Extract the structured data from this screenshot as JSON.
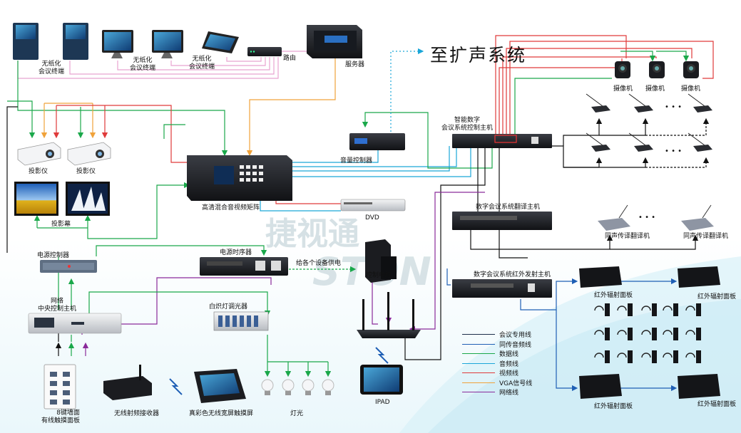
{
  "title": "至扩声系统",
  "watermark": {
    "text": "捷视通",
    "latin": "STON"
  },
  "labels": {
    "paperless_terminal_1": "无纸化\n会议终端",
    "paperless_terminal_2": "无纸化\n会议终端",
    "paperless_terminal_3": "无纸化\n会议终端",
    "router": "路由",
    "server": "服务器",
    "projector_1": "投影仪",
    "projector_2": "投影仪",
    "projection_screen": "投影幕",
    "power_controller": "电源控制器",
    "network_central_controller": "网络\n中央控制主机",
    "matrix": "高清混合音视频矩阵",
    "volume_controller": "音量控制器",
    "dvd": "DVD",
    "power_sequencer": "电源时序器",
    "power_supply_note": "给各个设备供电",
    "control_pc": "控制电脑",
    "dimmer": "白炽灯调光器",
    "lights": "灯光",
    "ipad": "IPAD",
    "wall_panel": "8键墙面\n有线触摸面板",
    "wireless_receiver": "无线射频接收器",
    "touch_screen": "真彩色无线宽屏触摸屏",
    "conference_host": "智能数字\n会议系统控制主机",
    "translation_host": "数字会议系统翻译主机",
    "ir_host": "数字会议系统红外发射主机",
    "camera_1": "摄像机",
    "camera_2": "摄像机",
    "camera_3": "摄像机",
    "interpreter_1": "同声传译翻译机",
    "interpreter_2": "同声传译翻译机",
    "ir_panel_1": "红外辐射面板",
    "ir_panel_2": "红外辐射面板",
    "ir_panel_3": "红外辐射面板",
    "ir_panel_4": "红外辐射面板",
    "mic_dots": "• • •"
  },
  "legend": [
    {
      "label": "会议专用线",
      "color": "#1c2e4a"
    },
    {
      "label": "同传音频线",
      "color": "#1f5fb5"
    },
    {
      "label": "数据线",
      "color": "#1aa84a"
    },
    {
      "label": "音频线",
      "color": "#1aa6d8"
    },
    {
      "label": "视频线",
      "color": "#e03a3a"
    },
    {
      "label": "VGA信号线",
      "color": "#f0a23a",
      "dashed": false
    },
    {
      "label": "网络线",
      "color": "#8a2a9a"
    }
  ],
  "colors": {
    "conference": "#1c2e4a",
    "sync_audio": "#1f5fb5",
    "data": "#1aa84a",
    "audio": "#1aa6d8",
    "video": "#e03a3a",
    "vga": "#f0a23a",
    "network": "#8a2a9a",
    "pink": "#e8a4d0",
    "black": "#111111",
    "accent_bg": "#d9f1f8"
  },
  "icons": {
    "device": "rack-device-icon",
    "terminal": "paperless-terminal-icon",
    "projector": "projector-icon",
    "camera": "camera-icon",
    "microphone": "microphone-icon",
    "headphone": "headphone-icon",
    "router": "wifi-router-icon",
    "bulb": "light-bulb-icon"
  }
}
